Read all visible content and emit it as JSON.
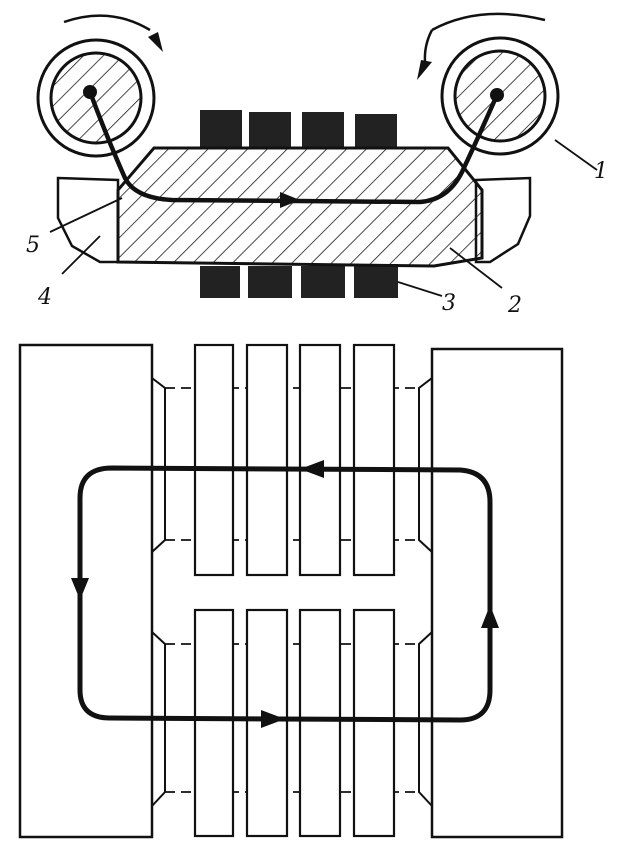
{
  "colors": {
    "ink": "#111111",
    "paper": "#ffffff",
    "hatch": "#1a1a1a",
    "coil": "#222222"
  },
  "icons": {
    "rotation": "curved-arrow-icon",
    "flow": "arrowhead-icon"
  },
  "callouts": {
    "c1": "1",
    "c2": "2",
    "c3": "3",
    "c4": "4",
    "c5": "5"
  }
}
